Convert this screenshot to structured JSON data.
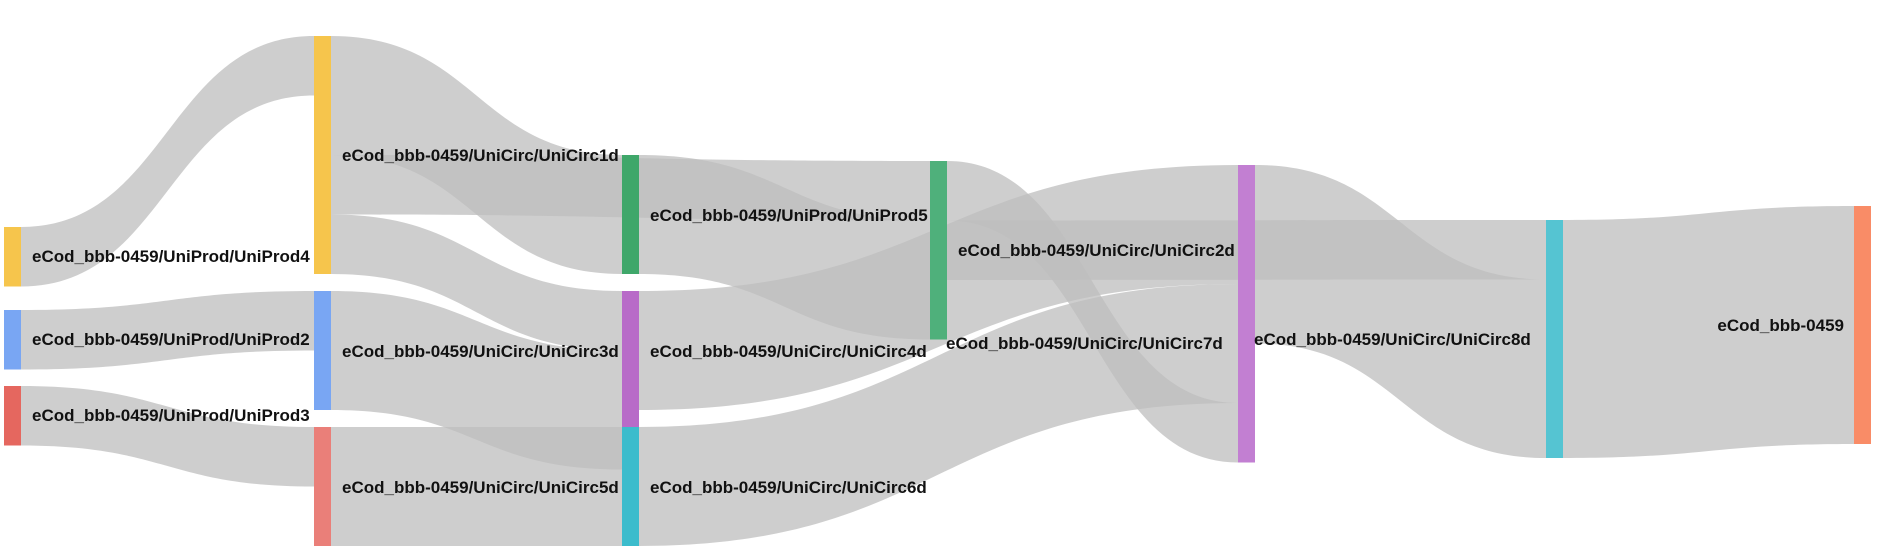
{
  "diagram": {
    "type": "sankey",
    "nodes": [
      {
        "id": "prod4",
        "label": "eCod_bbb-0459/UniProd/UniProd4",
        "color": "#f6c54c"
      },
      {
        "id": "prod2",
        "label": "eCod_bbb-0459/UniProd/UniProd2",
        "color": "#79a6f3"
      },
      {
        "id": "prod3",
        "label": "eCod_bbb-0459/UniProd/UniProd3",
        "color": "#e5675f"
      },
      {
        "id": "circ1",
        "label": "eCod_bbb-0459/UniCirc/UniCirc1d",
        "color": "#f6c54c"
      },
      {
        "id": "circ3",
        "label": "eCod_bbb-0459/UniCirc/UniCirc3d",
        "color": "#79a6f3"
      },
      {
        "id": "circ5",
        "label": "eCod_bbb-0459/UniCirc/UniCirc5d",
        "color": "#ea7f79"
      },
      {
        "id": "prod5",
        "label": "eCod_bbb-0459/UniProd/UniProd5",
        "color": "#3fa76a"
      },
      {
        "id": "circ4",
        "label": "eCod_bbb-0459/UniCirc/UniCirc4d",
        "color": "#b86bc8"
      },
      {
        "id": "circ6",
        "label": "eCod_bbb-0459/UniCirc/UniCirc6d",
        "color": "#3cbccc"
      },
      {
        "id": "circ2",
        "label": "eCod_bbb-0459/UniCirc/UniCirc2d",
        "color": "#4fb07b"
      },
      {
        "id": "circ7",
        "label": "eCod_bbb-0459/UniCirc/UniCirc7d",
        "color": "#c27fd2"
      },
      {
        "id": "circ8",
        "label": "eCod_bbb-0459/UniCirc/UniCirc8d",
        "color": "#55c4d2"
      },
      {
        "id": "final",
        "label": "eCod_bbb-0459",
        "color": "#f98c67"
      }
    ],
    "links": [
      {
        "source": "prod4",
        "target": "circ1",
        "value": 1
      },
      {
        "source": "prod2",
        "target": "circ3",
        "value": 1
      },
      {
        "source": "prod3",
        "target": "circ5",
        "value": 1
      },
      {
        "source": "circ1",
        "target": "prod5",
        "value": 2
      },
      {
        "source": "circ1",
        "target": "circ2",
        "value": 1
      },
      {
        "source": "circ1",
        "target": "circ4",
        "value": 1
      },
      {
        "source": "circ3",
        "target": "circ4",
        "value": 2
      },
      {
        "source": "circ5",
        "target": "circ6",
        "value": 2
      },
      {
        "source": "prod5",
        "target": "circ2",
        "value": 2
      },
      {
        "source": "circ4",
        "target": "circ7",
        "value": 2
      },
      {
        "source": "circ6",
        "target": "circ7",
        "value": 2
      },
      {
        "source": "circ2",
        "target": "circ7",
        "value": 1
      },
      {
        "source": "circ2",
        "target": "circ8",
        "value": 1
      },
      {
        "source": "circ7",
        "target": "circ8",
        "value": 3
      },
      {
        "source": "circ8",
        "target": "final",
        "value": 4
      }
    ]
  }
}
